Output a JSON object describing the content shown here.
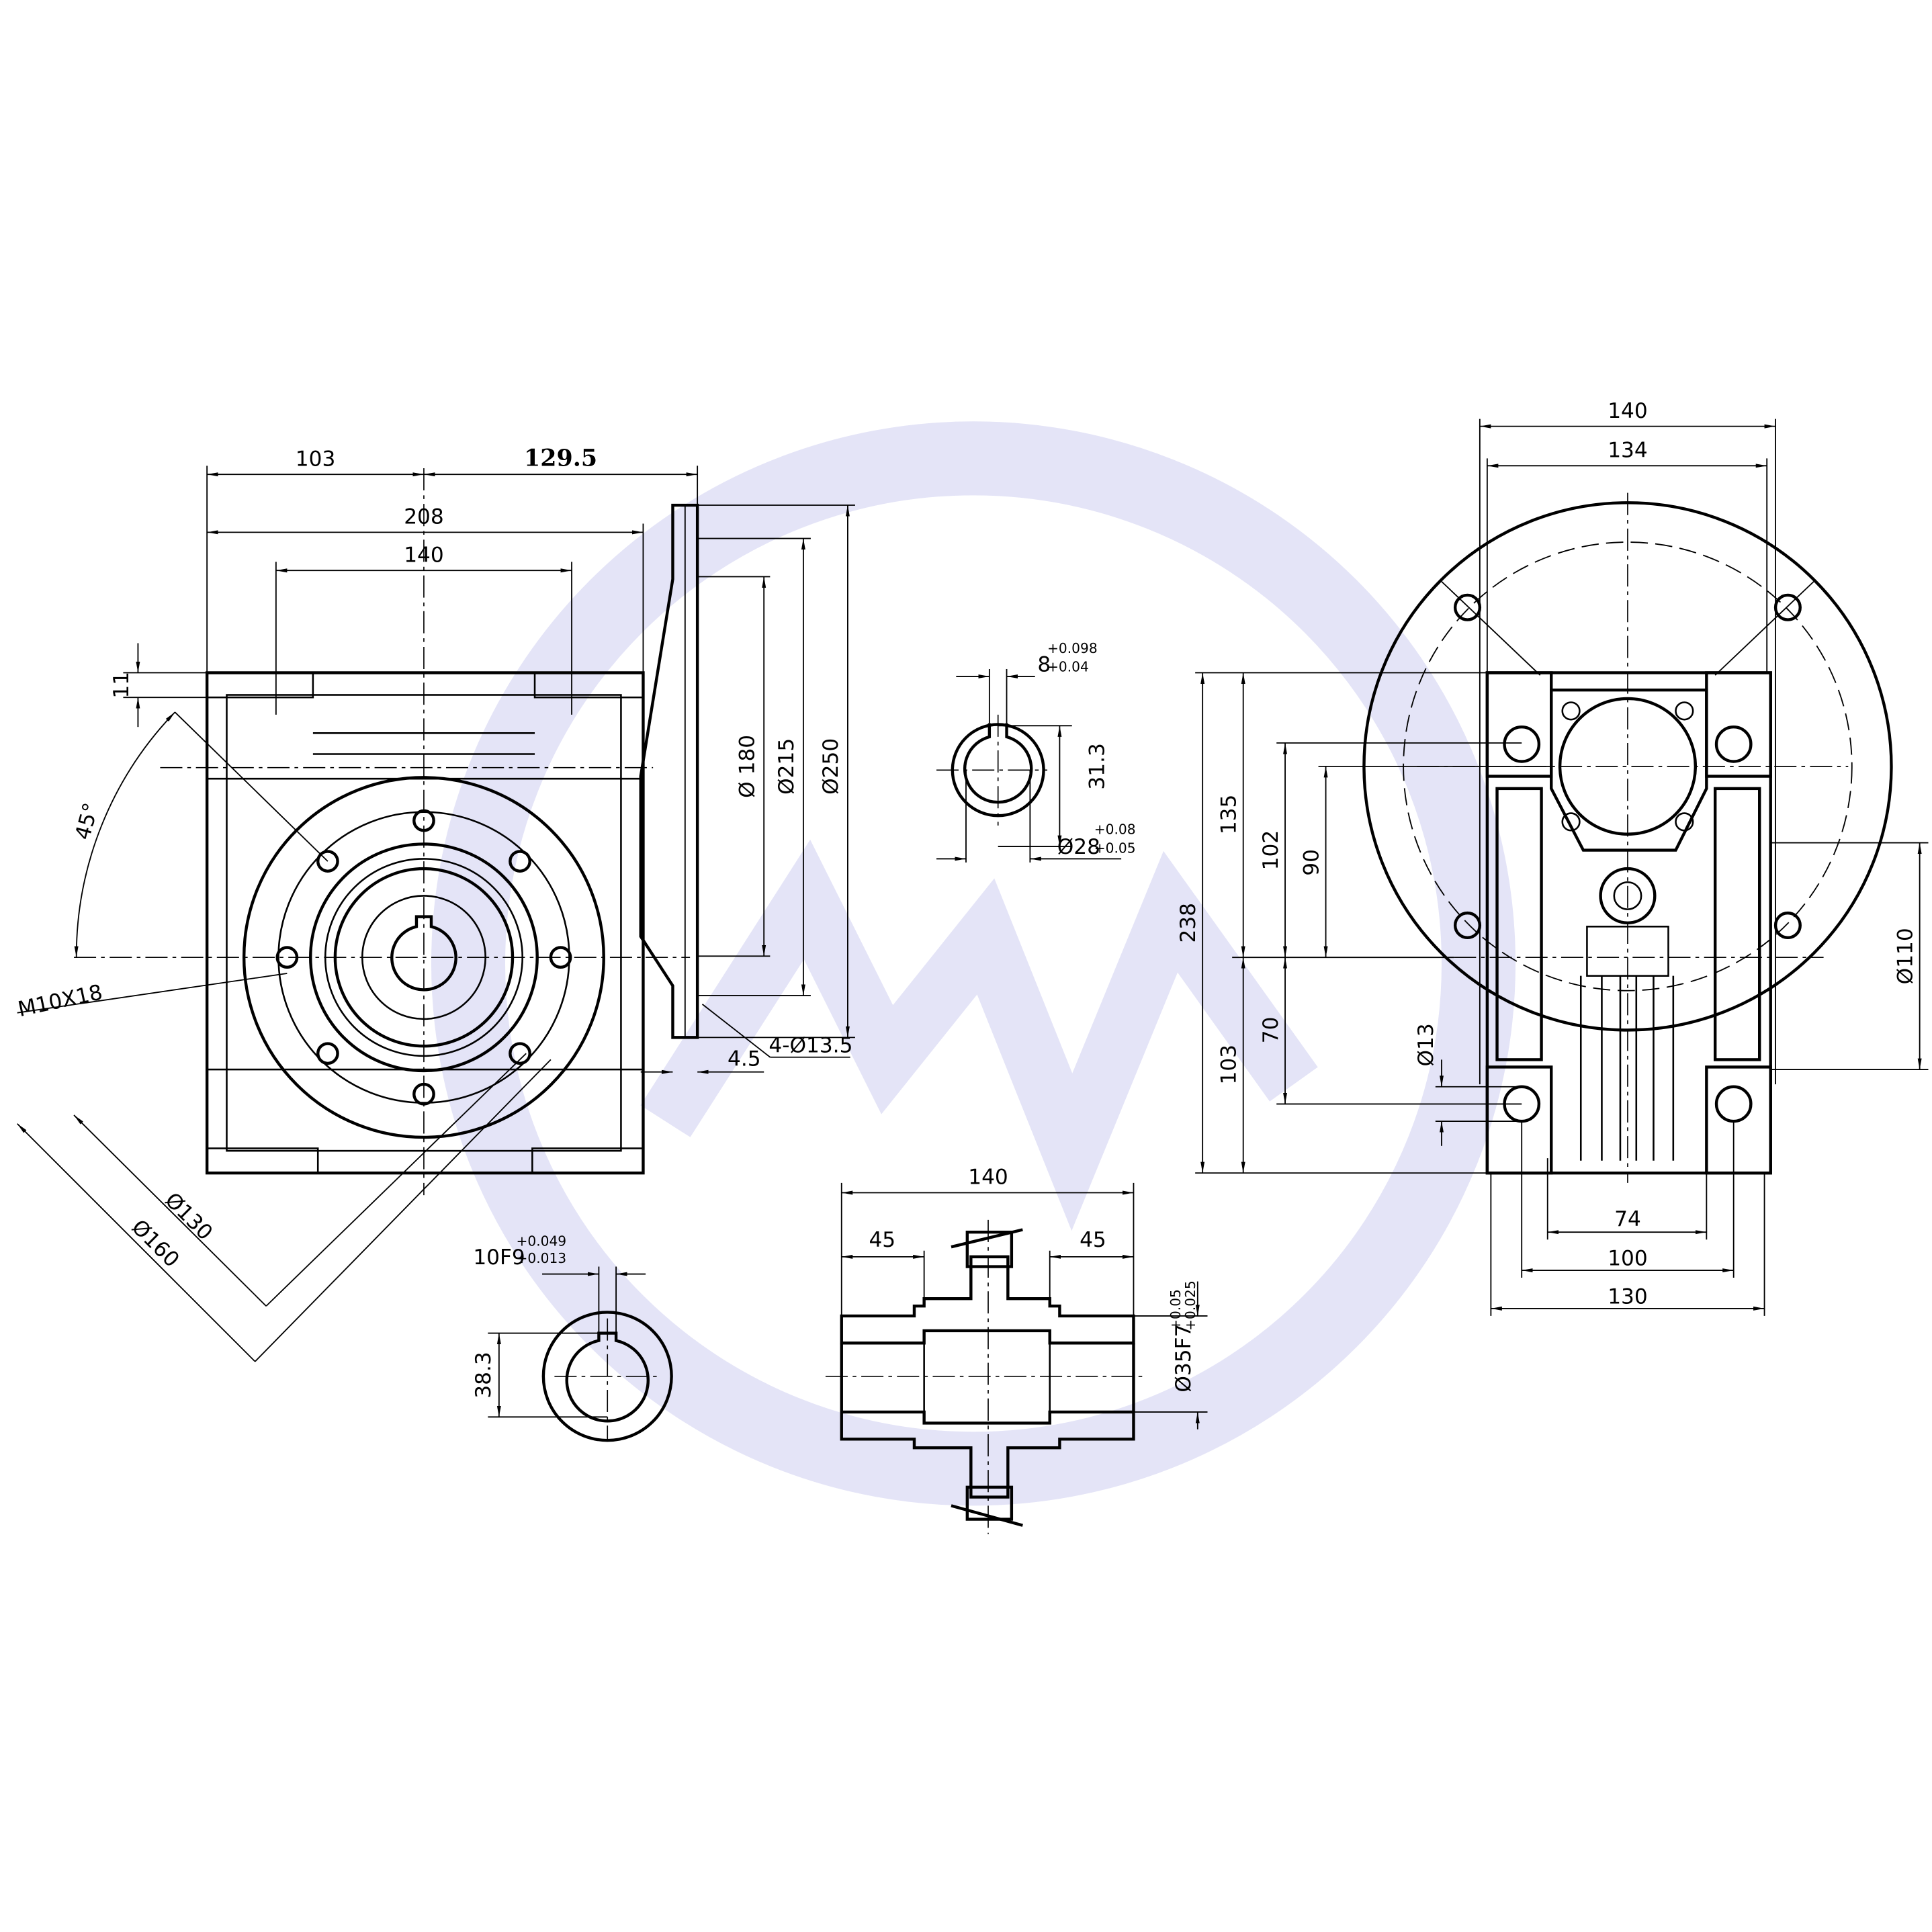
{
  "colors": {
    "line": "#000000",
    "watermark": "#e4e4f7",
    "background": "#ffffff"
  },
  "watermark": {
    "icon": "circle-w-logo-watermark"
  },
  "front_view": {
    "dims": [
      "103",
      "129.5",
      "208",
      "140",
      "11",
      "45°",
      "M10X18",
      "Ø130",
      "Ø160",
      "Ø 180",
      "Ø215",
      "Ø250",
      "4.5",
      "4-Ø13.5"
    ]
  },
  "input_bore": {
    "key_width": "8",
    "key_tol_upper": "+0.098",
    "key_tol_lower": "+0.04",
    "key_depth": "31.3",
    "bore": "Ø28",
    "bore_tol_upper": "+0.08",
    "bore_tol_lower": "+0.05"
  },
  "output_bore": {
    "key_width": "10F9",
    "key_tol_upper": "+0.049",
    "key_tol_lower": "+0.013",
    "key_depth": "38.3"
  },
  "hollow_shaft": {
    "length": "140",
    "left_hub": "45",
    "right_hub": "45",
    "bore": "Ø35F7",
    "bore_tol_upper": "+0.05",
    "bore_tol_lower": "+0.025"
  },
  "side_view": {
    "dims": [
      "140",
      "134",
      "238",
      "135",
      "103",
      "102",
      "70",
      "90",
      "Ø13",
      "Ø110",
      "74",
      "100",
      "130"
    ]
  }
}
